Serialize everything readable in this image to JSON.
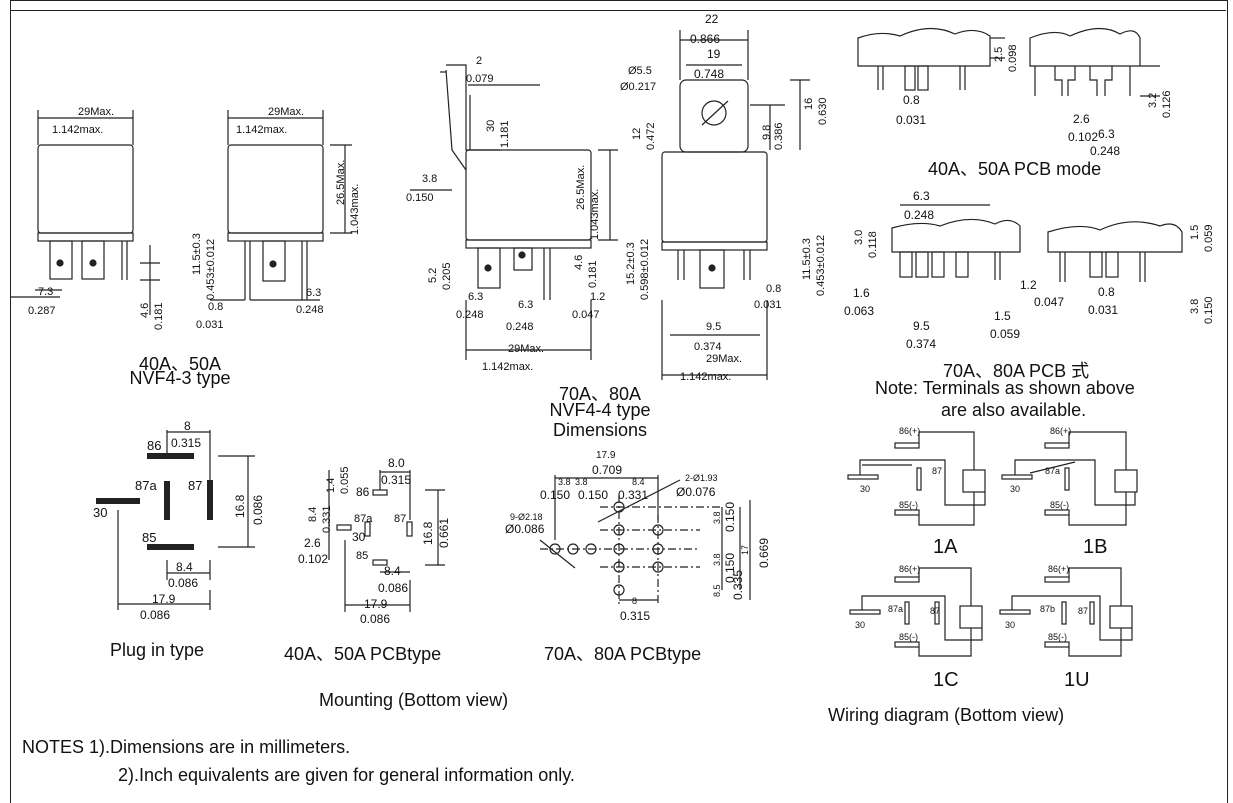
{
  "captions": {
    "nvf43_title": "40A、50A",
    "nvf43_sub": "NVF4-3 type",
    "nvf44_title": "70A、80A",
    "nvf44_sub": "NVF4-4 type",
    "nvf44_dim": "Dimensions",
    "pcb4050_mode": "40A、50A PCB mode",
    "pcb7080_mode": "70A、80A PCB 式",
    "note_line1": "Note: Terminals as shown above",
    "note_line2": "are also available.",
    "plug_in": "Plug in type",
    "pcb4050_type": "40A、50A PCBtype",
    "pcb7080_type": "70A、80A PCBtype",
    "mounting": "Mounting (Bottom view)",
    "wiring": "Wiring diagram (Bottom view)"
  },
  "notes": {
    "line1": "NOTES 1).Dimensions are in millimeters.",
    "line2": "2).Inch equivalents are given for general information only."
  },
  "dims": {
    "w29": "29Max.",
    "w29in": "1.142max.",
    "h265": "26.5Max.",
    "h265in": "1.043max.",
    "t115": "11.5±0.3",
    "t115in": "0.453±0.012",
    "d73": "7.3",
    "d287": "0.287",
    "d46": "4.6",
    "d181": "0.181",
    "d08": "0.8",
    "d031": "0.031",
    "d63": "6.3",
    "d248": "0.248",
    "d2": "2",
    "d079": "0.079",
    "d30": "30",
    "d1181": "1.181",
    "d38": "3.8",
    "d150": "0.150",
    "d52": "5.2",
    "d205": "0.205",
    "d12": "1.2",
    "d047": "0.047",
    "d22": "22",
    "d866": "0.866",
    "d19": "19",
    "d748": "0.748",
    "d55": "Ø5.5",
    "d217": "Ø0.217",
    "d12b": "12",
    "d472": "0.472",
    "d98": "9.8",
    "d386": "0.386",
    "d16": "16",
    "d630": "0.630",
    "d152": "15.2±0.3",
    "d598": "0.598±0.012",
    "d95": "9.5",
    "d374": "0.374",
    "d25": "2.5",
    "d098": "0.098",
    "d26": "2.6",
    "d102": "0.102",
    "d32": "3.2",
    "d126": "0.126",
    "d30b": "3.0",
    "d118": "0.118",
    "d16b": "1.6",
    "d063": "0.063",
    "d15": "1.5",
    "d059": "0.059",
    "p8": "8",
    "p315": "0.315",
    "p86": "86",
    "p87a": "87a",
    "p87": "87",
    "p30": "30",
    "p85": "85",
    "p168": "16.8",
    "p086": "0.086",
    "p84": "8.4",
    "p179": "17.9",
    "q14": "1.4",
    "q055": "0.055",
    "q80": "8.0",
    "q661": "0.661",
    "q331": "0.331",
    "r179": "17.9",
    "r709": "0.709",
    "r38": "3.8",
    "r84": "8.4",
    "r193": "2-Ø1.93",
    "r076": "Ø0.076",
    "r218": "9-Ø2.18",
    "r086": "Ø0.086",
    "r85": "8.5",
    "r335": "0.335",
    "r17": "17",
    "r669": "0.669",
    "w86p": "86(+)",
    "w85m": "85(-)",
    "w87b": "87b",
    "w1a": "1A",
    "w1b": "1B",
    "w1c": "1C",
    "w1u": "1U"
  }
}
